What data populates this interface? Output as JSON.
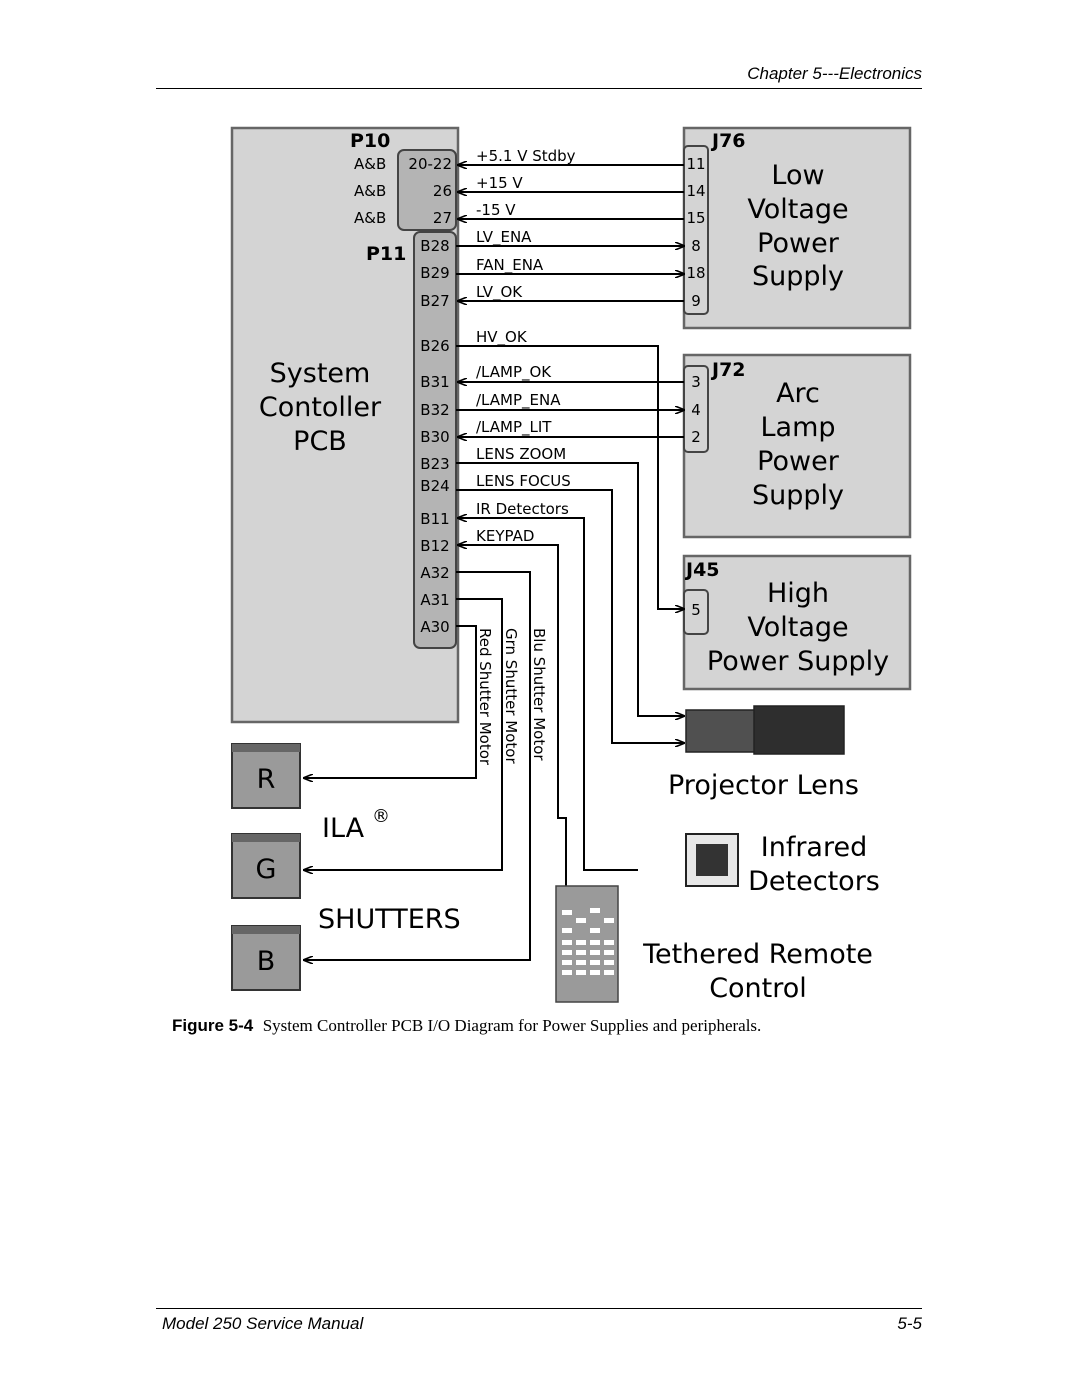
{
  "header": {
    "chapter": "Chapter 5---Electronics"
  },
  "footer": {
    "manual": "Model 250 Service Manual",
    "page": "5-5"
  },
  "caption": {
    "figure": "Figure 5-4",
    "text": "System Controller PCB I/O Diagram for Power Supplies and peripherals."
  },
  "diagram": {
    "controller": {
      "p10": "P10",
      "p11": "P11",
      "title_lines": [
        "System",
        "Contoller",
        "PCB"
      ]
    },
    "p10_pins": [
      {
        "group": "A&B",
        "pin": "20-22",
        "signal": "+5.1 V Stdby",
        "target_pin": "11"
      },
      {
        "group": "A&B",
        "pin": "26",
        "signal": "+15 V",
        "target_pin": "14"
      },
      {
        "group": "A&B",
        "pin": "27",
        "signal": "-15 V",
        "target_pin": "15"
      }
    ],
    "p11_pins": [
      "B28",
      "B29",
      "B27",
      "B26",
      "B31",
      "B32",
      "B30",
      "B23",
      "B24",
      "B11",
      "B12",
      "A32",
      "A31",
      "A30"
    ],
    "signals": [
      "LV_ENA",
      "FAN_ENA",
      "LV_OK",
      "HV_OK",
      "/LAMP_OK",
      "/LAMP_ENA",
      "/LAMP_LIT",
      "LENS ZOOM",
      "LENS FOCUS",
      "IR Detectors",
      "KEYPAD"
    ],
    "low_voltage": {
      "connector": "J76",
      "lines": [
        "Low",
        "Voltage",
        "Power",
        "Supply"
      ],
      "pins": [
        "11",
        "14",
        "15",
        "8",
        "18",
        "9"
      ]
    },
    "arc_lamp": {
      "connector": "J72",
      "lines": [
        "Arc",
        "Lamp",
        "Power",
        "Supply"
      ],
      "pins": [
        "3",
        "4",
        "2"
      ]
    },
    "high_voltage": {
      "connector": "J45",
      "lines": [
        "High",
        "Voltage",
        "Power Supply"
      ],
      "pins": [
        "5"
      ]
    },
    "motors": [
      "Red Shutter Motor",
      "Grn Shutter Motor",
      "Blu Shutter Motor"
    ],
    "shutters": {
      "letters": [
        "R",
        "G",
        "B"
      ],
      "ila": "ILA",
      "reg": "®",
      "shutters": "SHUTTERS"
    },
    "projector_lens": "Projector Lens",
    "infrared": [
      "Infrared",
      "Detectors"
    ],
    "remote": [
      "Tethered Remote",
      "Control"
    ]
  }
}
